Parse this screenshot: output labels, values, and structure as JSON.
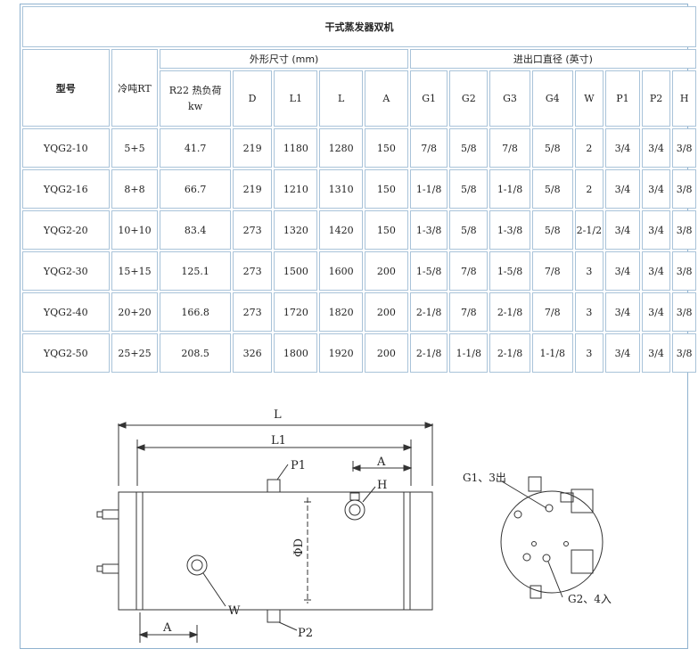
{
  "title": "干式蒸发器双机",
  "headers": {
    "model": "型号",
    "cooling": "冷吨RT",
    "load": "R22 热负荷 kw",
    "dims_group": "外形尺寸 (mm)",
    "ports_group": "进出口直径 (英寸)",
    "dims": [
      "D",
      "L1",
      "L",
      "A"
    ],
    "ports": [
      "G1",
      "G2",
      "G3",
      "G4",
      "W",
      "P1",
      "P2",
      "H"
    ]
  },
  "rows": [
    {
      "model": "YQG2-10",
      "rt": "5+5",
      "kw": "41.7",
      "D": "219",
      "L1": "1180",
      "L": "1280",
      "A": "150",
      "G1": "7/8",
      "G2": "5/8",
      "G3": "7/8",
      "G4": "5/8",
      "W": "2",
      "P1": "3/4",
      "P2": "3/4",
      "H": "3/8"
    },
    {
      "model": "YQG2-16",
      "rt": "8+8",
      "kw": "66.7",
      "D": "219",
      "L1": "1210",
      "L": "1310",
      "A": "150",
      "G1": "1-1/8",
      "G2": "5/8",
      "G3": "1-1/8",
      "G4": "5/8",
      "W": "2",
      "P1": "3/4",
      "P2": "3/4",
      "H": "3/8"
    },
    {
      "model": "YQG2-20",
      "rt": "10+10",
      "kw": "83.4",
      "D": "273",
      "L1": "1320",
      "L": "1420",
      "A": "150",
      "G1": "1-3/8",
      "G2": "5/8",
      "G3": "1-3/8",
      "G4": "5/8",
      "W": "2-1/2",
      "P1": "3/4",
      "P2": "3/4",
      "H": "3/8"
    },
    {
      "model": "YQG2-30",
      "rt": "15+15",
      "kw": "125.1",
      "D": "273",
      "L1": "1500",
      "L": "1600",
      "A": "200",
      "G1": "1-5/8",
      "G2": "7/8",
      "G3": "1-5/8",
      "G4": "7/8",
      "W": "3",
      "P1": "3/4",
      "P2": "3/4",
      "H": "3/8"
    },
    {
      "model": "YQG2-40",
      "rt": "20+20",
      "kw": "166.8",
      "D": "273",
      "L1": "1720",
      "L": "1820",
      "A": "200",
      "G1": "2-1/8",
      "G2": "7/8",
      "G3": "2-1/8",
      "G4": "7/8",
      "W": "3",
      "P1": "3/4",
      "P2": "3/4",
      "H": "3/8"
    },
    {
      "model": "YQG2-50",
      "rt": "25+25",
      "kw": "208.5",
      "D": "326",
      "L1": "1800",
      "L": "1920",
      "A": "200",
      "G1": "2-1/8",
      "G2": "1-1/8",
      "G3": "2-1/8",
      "G4": "1-1/8",
      "W": "3",
      "P1": "3/4",
      "P2": "3/4",
      "H": "3/8"
    }
  ],
  "diagram": {
    "L": "L",
    "L1": "L1",
    "A_top": "A",
    "A_bottom": "A",
    "P1": "P1",
    "P2": "P2",
    "H": "H",
    "W": "W",
    "D": "ΦD",
    "G13": "G1、3出",
    "G24": "G2、4入"
  }
}
